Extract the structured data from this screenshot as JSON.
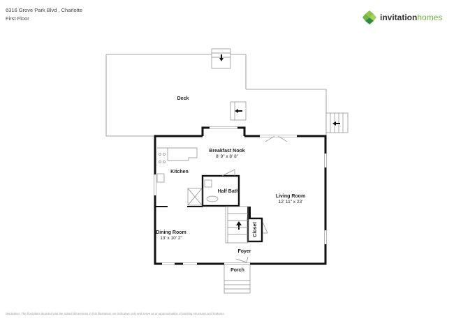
{
  "header": {
    "address": "6316 Grove Park Blvd , Charlotte",
    "floor": "First Floor"
  },
  "logo": {
    "word1": "invitation",
    "word2": "homes",
    "colors": {
      "dark": "#2f8a3e",
      "light": "#8cc63f"
    }
  },
  "rooms": {
    "deck": {
      "name": "Deck"
    },
    "breakfast_nook": {
      "name": "Breakfast Nook",
      "dims": "8' 9\" x 8' 8\""
    },
    "kitchen": {
      "name": "Kitchen"
    },
    "half_bath": {
      "name": "Half Bath"
    },
    "living_room": {
      "name": "Living Room",
      "dims": "12' 11\" x 23'"
    },
    "dining_room": {
      "name": "Dining Room",
      "dims": "13' x 10' 2\""
    },
    "closet": {
      "name": "Closet"
    },
    "foyer": {
      "name": "Foyer"
    },
    "porch": {
      "name": "Porch"
    }
  },
  "disclaimer": "Disclaimer: The floorplans depicted and the stated dimensions in this illustration are indicative only and serve as an approximation of existing structures and features."
}
